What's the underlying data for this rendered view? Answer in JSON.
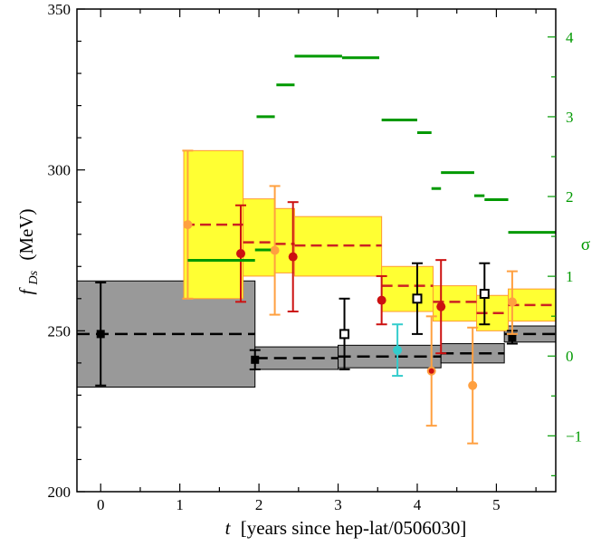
{
  "chart_data": {
    "type": "scatter",
    "xlabel": "[years since hep-lat/0506030]",
    "xlabel_var": "t",
    "ylabel": "(MeV)",
    "ylabel_var": "f",
    "ylabel_sub": "Ds",
    "y2label": "σ",
    "xlim": [
      -0.3,
      5.75
    ],
    "ylim": [
      200,
      350
    ],
    "y2lim": [
      -1.7,
      4.35
    ],
    "x_ticks": [
      "0",
      "1",
      "2",
      "3",
      "4",
      "5"
    ],
    "y_ticks": [
      "200",
      "250",
      "300",
      "350"
    ],
    "y2_ticks": [
      "−1",
      "0",
      "1",
      "2",
      "3",
      "4"
    ],
    "colors": {
      "lattice": "#000000",
      "lattice_band": "#999999",
      "experiment_band": "#ffff33",
      "experiment_band_edge": "#ff9933",
      "experiment_line": "#cc2222",
      "sigma": "#009900",
      "cyan": "#33cccc",
      "orange": "#ffa040",
      "red": "#cc1111"
    },
    "lattice_band": [
      {
        "x0": -0.3,
        "x1": 1.95,
        "center": 249,
        "low": 232.5,
        "high": 265.5
      },
      {
        "x0": 1.95,
        "x1": 3.0,
        "center": 241.5,
        "low": 238,
        "high": 245
      },
      {
        "x0": 3.0,
        "x1": 4.3,
        "center": 242,
        "low": 238.5,
        "high": 245.5
      },
      {
        "x0": 4.3,
        "x1": 5.1,
        "center": 243,
        "low": 240,
        "high": 246
      },
      {
        "x0": 5.1,
        "x1": 5.75,
        "center": 249,
        "low": 246.5,
        "high": 251.5
      }
    ],
    "experiment_band": [
      {
        "x0": 1.05,
        "x1": 1.8,
        "center": 283,
        "low": 260,
        "high": 306
      },
      {
        "x0": 1.8,
        "x1": 2.2,
        "center": 277.5,
        "low": 267,
        "high": 291
      },
      {
        "x0": 2.2,
        "x1": 2.45,
        "center": 277,
        "low": 268,
        "high": 288
      },
      {
        "x0": 2.45,
        "x1": 3.55,
        "center": 276.5,
        "low": 267,
        "high": 285.5
      },
      {
        "x0": 3.55,
        "x1": 4.2,
        "center": 264,
        "low": 256,
        "high": 270
      },
      {
        "x0": 4.2,
        "x1": 4.75,
        "center": 259,
        "low": 253,
        "high": 264
      },
      {
        "x0": 4.75,
        "x1": 5.15,
        "center": 255.5,
        "low": 250,
        "high": 261
      },
      {
        "x0": 5.15,
        "x1": 5.75,
        "center": 258,
        "low": 253,
        "high": 263
      }
    ],
    "sigma_segments": [
      {
        "x0": 1.1,
        "x1": 1.95,
        "sigma": 1.2
      },
      {
        "x0": 1.95,
        "x1": 2.15,
        "sigma": 1.33
      },
      {
        "x0": 1.97,
        "x1": 2.2,
        "sigma": 3.0
      },
      {
        "x0": 2.22,
        "x1": 2.45,
        "sigma": 3.4
      },
      {
        "x0": 2.45,
        "x1": 3.05,
        "sigma": 3.76
      },
      {
        "x0": 3.05,
        "x1": 3.52,
        "sigma": 3.74
      },
      {
        "x0": 3.55,
        "x1": 4.0,
        "sigma": 2.96
      },
      {
        "x0": 4.0,
        "x1": 4.18,
        "sigma": 2.8
      },
      {
        "x0": 4.18,
        "x1": 4.3,
        "sigma": 2.1
      },
      {
        "x0": 4.3,
        "x1": 4.72,
        "sigma": 2.3
      },
      {
        "x0": 4.72,
        "x1": 4.85,
        "sigma": 2.01
      },
      {
        "x0": 4.85,
        "x1": 5.15,
        "sigma": 1.96
      },
      {
        "x0": 5.15,
        "x1": 5.75,
        "sigma": 1.55
      }
    ],
    "points": [
      {
        "x": 0.0,
        "y": 249,
        "lo": 233,
        "hi": 265,
        "style": "filled-square",
        "color": "#000000"
      },
      {
        "x": 1.95,
        "y": 241,
        "lo": 238,
        "hi": 244,
        "style": "filled-square",
        "color": "#000000"
      },
      {
        "x": 3.08,
        "y": 249,
        "lo": 238,
        "hi": 260,
        "style": "open-square",
        "color": "#000000"
      },
      {
        "x": 4.0,
        "y": 260,
        "lo": 249,
        "hi": 271,
        "style": "open-square",
        "color": "#000000"
      },
      {
        "x": 4.85,
        "y": 261.5,
        "lo": 252,
        "hi": 271,
        "style": "open-square",
        "color": "#000000"
      },
      {
        "x": 5.2,
        "y": 248,
        "lo": 246,
        "hi": 250,
        "style": "filled-square",
        "color": "#000000"
      },
      {
        "x": 1.1,
        "y": 283,
        "lo": 260,
        "hi": 306,
        "style": "circle",
        "color": "#ffa040"
      },
      {
        "x": 2.2,
        "y": 275,
        "lo": 255,
        "hi": 295,
        "style": "circle",
        "color": "#ffa040"
      },
      {
        "x": 4.18,
        "y": 237.5,
        "lo": 220.5,
        "hi": 254.5,
        "style": "circle",
        "color": "#ffa040"
      },
      {
        "x": 4.7,
        "y": 233,
        "lo": 215,
        "hi": 251,
        "style": "circle",
        "color": "#ffa040"
      },
      {
        "x": 5.2,
        "y": 259,
        "lo": 249,
        "hi": 268.5,
        "style": "circle",
        "color": "#ffa040"
      },
      {
        "x": 1.77,
        "y": 274,
        "lo": 259,
        "hi": 289,
        "style": "circle",
        "color": "#cc1111"
      },
      {
        "x": 2.43,
        "y": 273,
        "lo": 256,
        "hi": 290,
        "style": "circle",
        "color": "#cc1111"
      },
      {
        "x": 3.55,
        "y": 259.5,
        "lo": 252,
        "hi": 267,
        "style": "circle",
        "color": "#cc1111"
      },
      {
        "x": 4.3,
        "y": 257.5,
        "lo": 243,
        "hi": 272,
        "style": "circle",
        "color": "#cc1111"
      },
      {
        "x": 4.18,
        "y": 237.5,
        "lo": 237.5,
        "hi": 237.5,
        "style": "small-circle",
        "color": "#cc1111"
      },
      {
        "x": 3.75,
        "y": 244,
        "lo": 236,
        "hi": 252,
        "style": "circle",
        "color": "#33cccc"
      }
    ]
  }
}
